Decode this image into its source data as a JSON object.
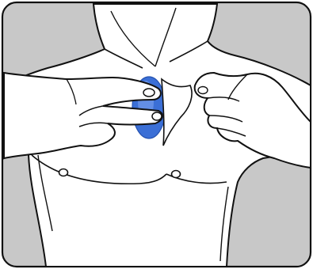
{
  "illustration": {
    "colors": {
      "background": "#c8c8c8",
      "body_fill": "#ffffff",
      "outline": "#111111",
      "patch": "#3b6fd6",
      "patch_light": "#7ea3ee"
    },
    "icons": [
      "chest-outline",
      "left-hand",
      "right-hand",
      "adhesive-patch",
      "nipple-mark"
    ]
  }
}
